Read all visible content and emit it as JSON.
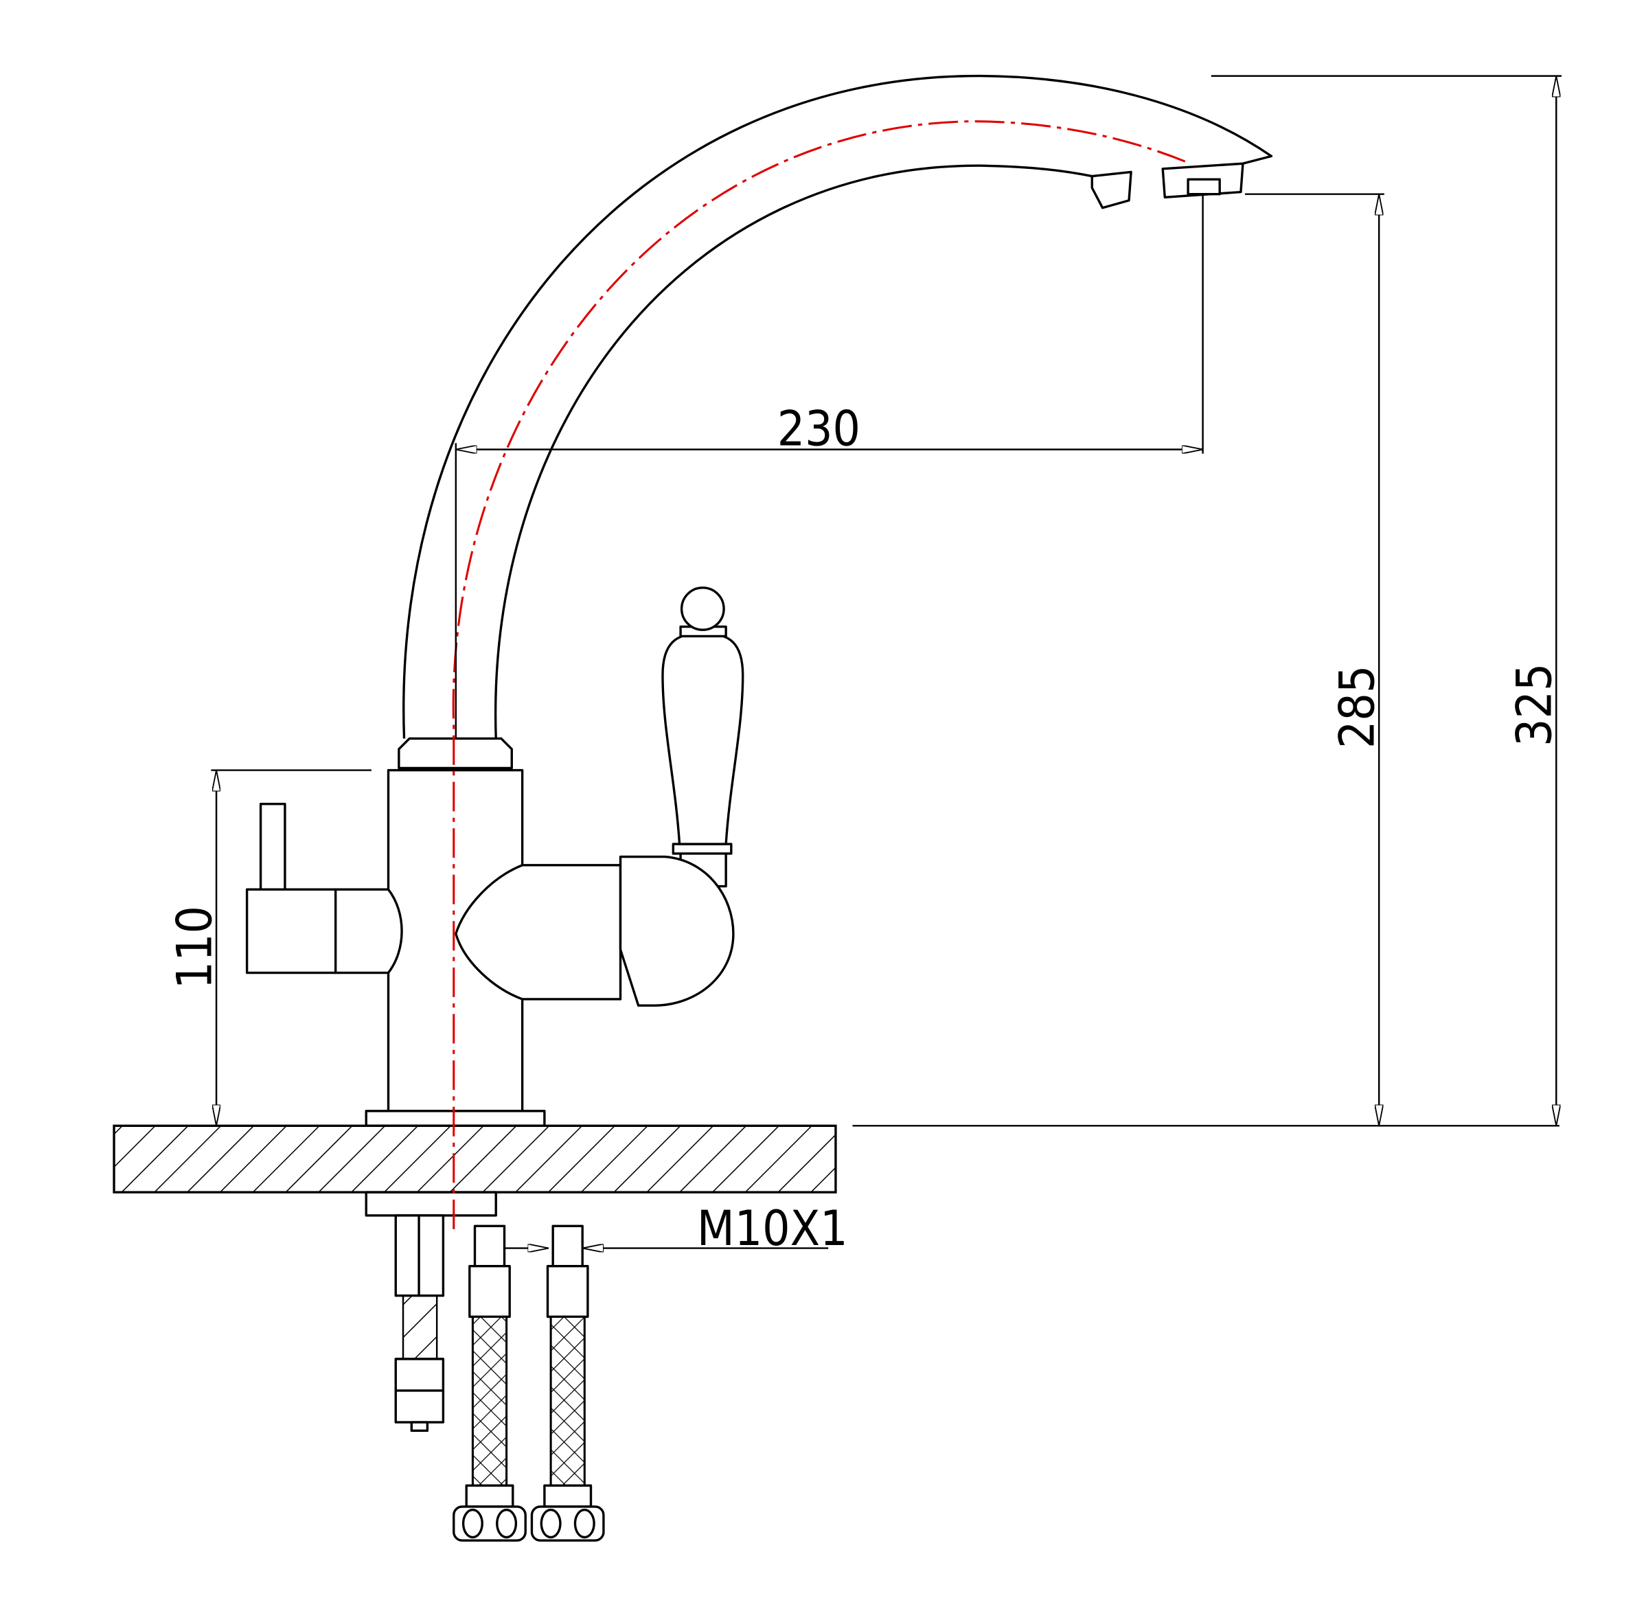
{
  "drawing": {
    "dimensions": {
      "reach": "230",
      "outlet_height": "285",
      "total_height": "325",
      "body_height": "110"
    },
    "thread_label": "M10X1",
    "colors": {
      "line": "#000000",
      "centerline": "#e00000",
      "background": "#ffffff"
    }
  }
}
